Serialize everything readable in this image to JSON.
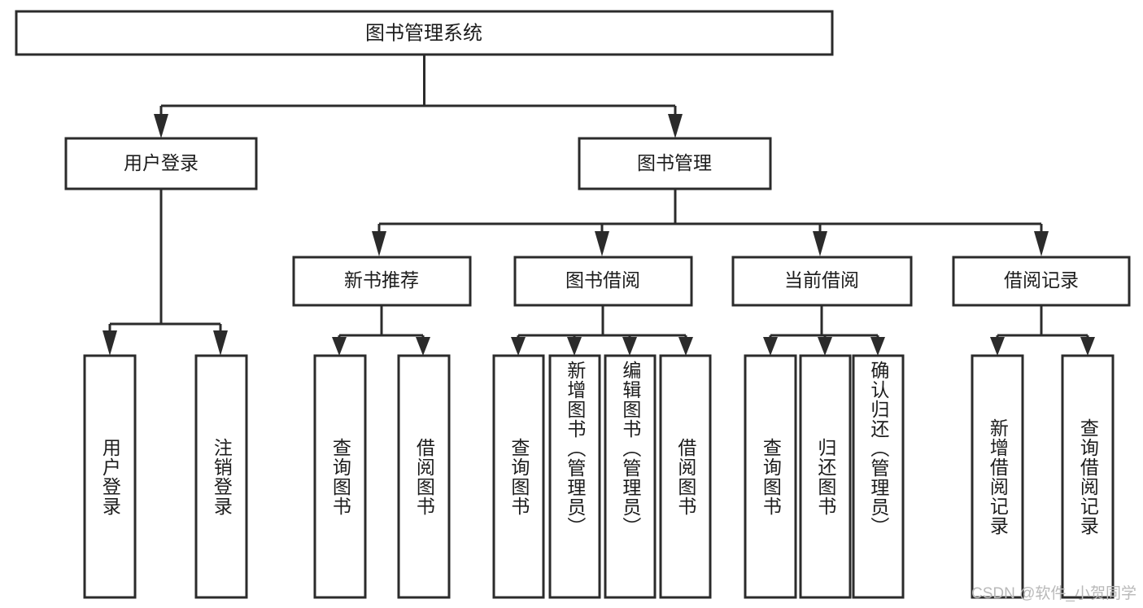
{
  "diagram": {
    "type": "tree-hierarchy-chart",
    "title": "图书管理系统",
    "watermark": "CSDN @软件_小贺同学",
    "colors": {
      "box_stroke": "#2b2b2b",
      "box_fill": "#ffffff",
      "text": "#1c1c1c",
      "background": "#ffffff",
      "watermark": "#b9b9b9"
    },
    "root": {
      "id": "root",
      "label": "图书管理系统"
    },
    "level2": [
      {
        "id": "user-login",
        "label": "用户登录"
      },
      {
        "id": "book-management",
        "label": "图书管理"
      }
    ],
    "level3": [
      {
        "id": "new-book-recommend",
        "label": "新书推荐",
        "parent": "book-management"
      },
      {
        "id": "book-borrow",
        "label": "图书借阅",
        "parent": "book-management"
      },
      {
        "id": "current-borrow",
        "label": "当前借阅",
        "parent": "book-management"
      },
      {
        "id": "borrow-record",
        "label": "借阅记录",
        "parent": "book-management"
      }
    ],
    "leaves": [
      {
        "id": "leaf-user-login",
        "label": "用户登录",
        "parent": "user-login"
      },
      {
        "id": "leaf-logout",
        "label": "注销登录",
        "parent": "user-login"
      },
      {
        "id": "leaf-query-book-1",
        "label": "查询图书",
        "parent": "new-book-recommend"
      },
      {
        "id": "leaf-borrow-book-1",
        "label": "借阅图书",
        "parent": "new-book-recommend"
      },
      {
        "id": "leaf-query-book-2",
        "label": "查询图书",
        "parent": "book-borrow"
      },
      {
        "id": "leaf-add-book",
        "label": "新增图书（管理员）",
        "parent": "book-borrow"
      },
      {
        "id": "leaf-edit-book",
        "label": "编辑图书（管理员）",
        "parent": "book-borrow"
      },
      {
        "id": "leaf-borrow-book-2",
        "label": "借阅图书",
        "parent": "book-borrow"
      },
      {
        "id": "leaf-query-book-3",
        "label": "查询图书",
        "parent": "current-borrow"
      },
      {
        "id": "leaf-return-book",
        "label": "归还图书",
        "parent": "current-borrow"
      },
      {
        "id": "leaf-confirm-return",
        "label": "确认归还（管理员）",
        "parent": "current-borrow"
      },
      {
        "id": "leaf-add-record",
        "label": "新增借阅记录",
        "parent": "borrow-record"
      },
      {
        "id": "leaf-query-record",
        "label": "查询借阅记录",
        "parent": "borrow-record"
      }
    ]
  }
}
